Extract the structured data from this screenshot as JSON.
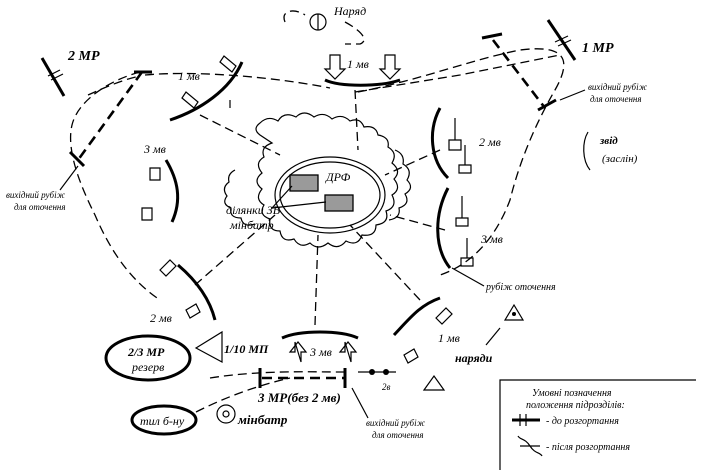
{
  "labels": {
    "patrol_top": "Наряд",
    "mr1": "1 МР",
    "mr2": "2 МР",
    "mv1_top": "1 мв",
    "mv1_left": "1 мв",
    "mv1_right": "1 мв",
    "mv2_right": "2 мв",
    "mv2_left": "2 мв",
    "mv3_left": "3 мв",
    "mv3_right": "3 мв",
    "mv3_bottom": "3 мв",
    "drf": "ДРФ",
    "zv_areas": "ділянки ЗВ",
    "minbatr_label": "мінбатр",
    "start_line_left_1": "вихідний рубіж",
    "start_line_left_2": "для оточення",
    "start_line_right_1": "вихідний рубіж",
    "start_line_right_2": "для оточення",
    "start_line_bottom_1": "вихідний рубіж",
    "start_line_bottom_2": "для оточення",
    "encircle_line": "рубіж оточення",
    "screen_1": "звід",
    "screen_2": "(заслін)",
    "reserve_1": "2/3 МР",
    "reserve_2": "резерв",
    "mp_110": "1/10 МП",
    "mr3": "3 МР(без 2 мв)",
    "sv": "2в",
    "patrols": "наряди",
    "rear": "тил б-ну",
    "minbatr": "мінбатр",
    "legend_title_1": "Умовні позначення",
    "legend_title_2": "положення підрозділів:",
    "legend_before": "- до розгортання",
    "legend_after": "- після розгортання"
  }
}
